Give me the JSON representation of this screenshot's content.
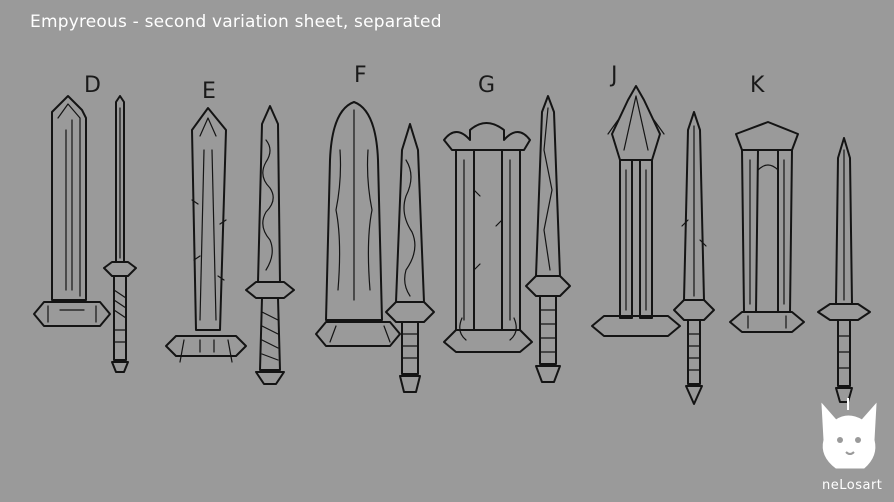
{
  "title": "Empyreous - second variation sheet, separated",
  "variants": [
    {
      "letter": "D"
    },
    {
      "letter": "E"
    },
    {
      "letter": "F"
    },
    {
      "letter": "G"
    },
    {
      "letter": "J"
    },
    {
      "letter": "K"
    }
  ],
  "watermark": {
    "name": "neLosart",
    "icon": "fox-head-logo-icon"
  },
  "colors": {
    "background": "#9a9a9a",
    "ink": "#141414",
    "title_text": "#ffffff"
  }
}
